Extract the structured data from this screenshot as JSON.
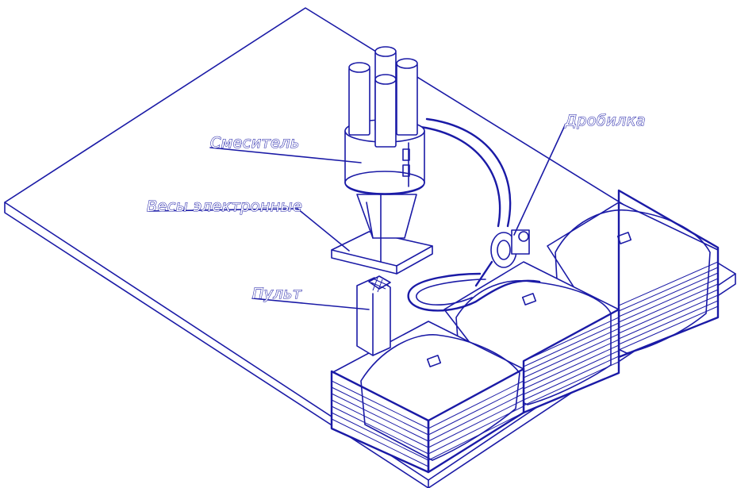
{
  "colors": {
    "ink": "#1a1aa6",
    "paper": "#ffffff"
  },
  "labels": {
    "mixer": "Смеситель",
    "scales": "Весы электронные",
    "console": "Пульт",
    "crusher": "Дробилка"
  }
}
